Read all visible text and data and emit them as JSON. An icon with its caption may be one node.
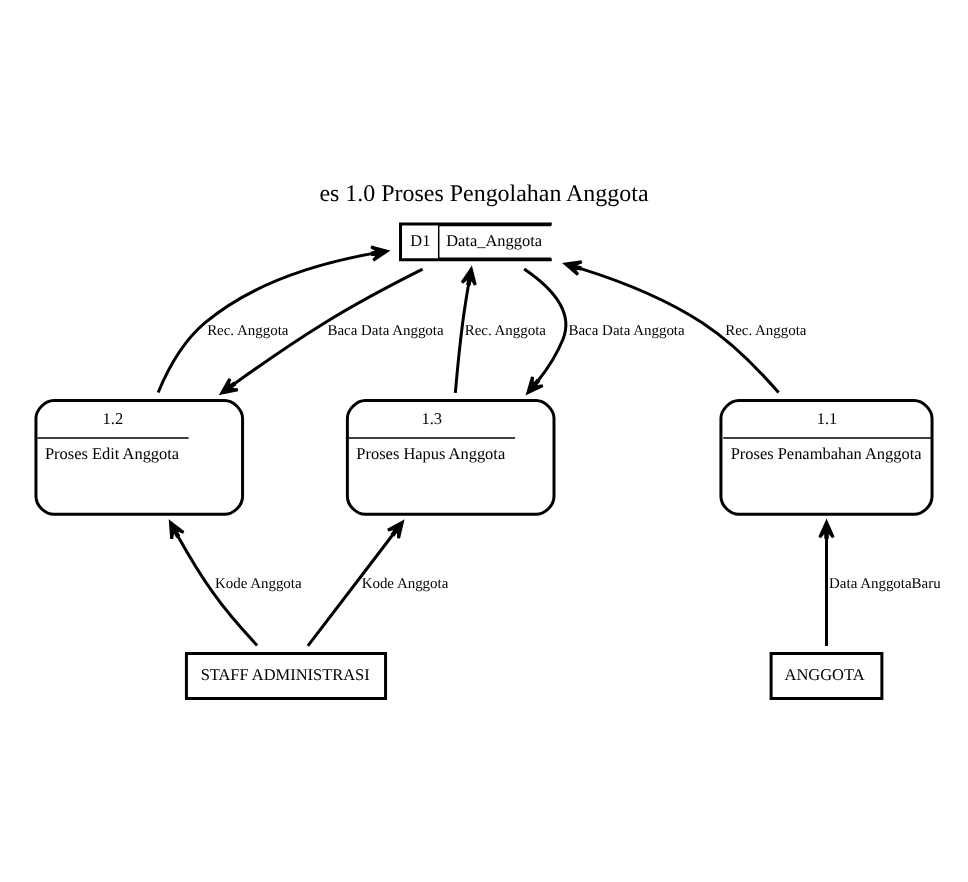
{
  "diagram": {
    "title": "es 1.0 Proses Pengolahan Anggota",
    "nodes": [
      {
        "text": [
          "D1",
          "Data_Anggota"
        ]
      },
      {
        "text": [
          "1.1",
          "Proses Penambahan Anggota"
        ]
      },
      {
        "text": [
          "1.2",
          "Proses Edit Anggota"
        ]
      },
      {
        "text": [
          "1.3",
          "Proses Hapus Anggota"
        ]
      },
      {
        "text": [
          "ANGGOTA"
        ]
      },
      {
        "text": [
          "STAFF ADMINISTRASI"
        ]
      }
    ],
    "edges": [
      {
        "from": 1,
        "to": 0,
        "arrow": "to",
        "label": "Rec. Anggota"
      },
      {
        "from": 0,
        "to": 2,
        "arrow": "to",
        "label": "Baca Data Anggota"
      },
      {
        "from": 2,
        "to": 0,
        "arrow": "to",
        "label": "Rec. Anggota"
      },
      {
        "from": 0,
        "to": 3,
        "arrow": "to",
        "label": "Baca Data Anggota"
      },
      {
        "from": 3,
        "to": 0,
        "arrow": "to",
        "label": "Rec. Anggota"
      },
      {
        "from": 4,
        "to": 1,
        "arrow": "to",
        "label": "Data AnggotaBaru"
      },
      {
        "from": 5,
        "to": 2,
        "arrow": "to",
        "label": "Kode Anggota"
      },
      {
        "from": 5,
        "to": 3,
        "arrow": "to",
        "label": "Kode Anggota"
      }
    ]
  }
}
